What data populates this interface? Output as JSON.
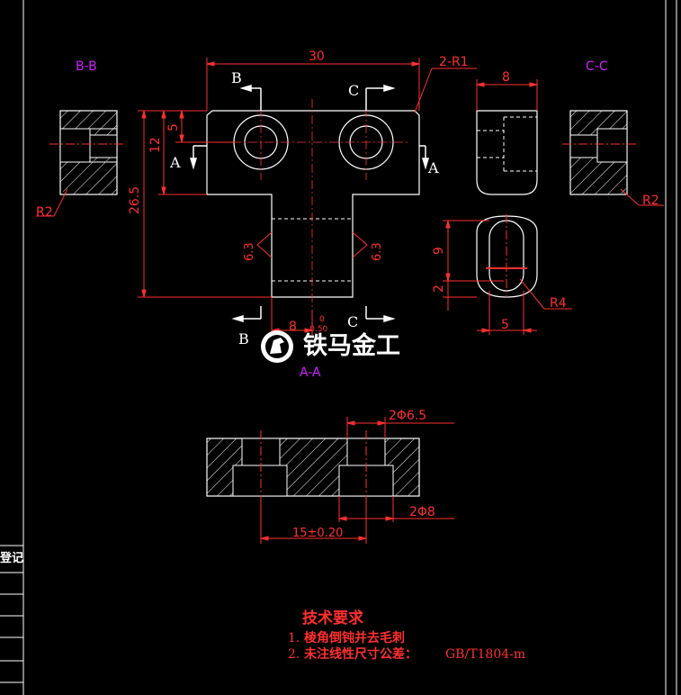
{
  "views": {
    "bb_label": "B-B",
    "cc_label": "C-C",
    "aa_label": "A-A"
  },
  "markers": {
    "b_top": "B",
    "c_top": "C",
    "a_left": "A",
    "a_right": "A",
    "b_bottom": "B",
    "c_bottom": "C"
  },
  "dimensions": {
    "width_30": "30",
    "radius_2r1": "2-R1",
    "width_8": "8",
    "height_26_5": "26.5",
    "height_12": "12",
    "height_5": "5",
    "r2_left": "R2",
    "r2_right": "R2",
    "roughness_left": "6.3",
    "roughness_right": "6.3",
    "dim_8_bottom": "8",
    "tol_upper": "0",
    "tol_lower": "-0.50",
    "slot_9": "9",
    "slot_2": "2",
    "slot_5": "5",
    "slot_r4": "R4",
    "hole_2phi65": "2Φ6.5",
    "hole_2phi8": "2Φ8",
    "dist_15": "15±0.20"
  },
  "watermark": {
    "text": "铁马金工"
  },
  "title_block": {
    "registration": "登记"
  },
  "notes": {
    "heading": "技术要求",
    "line1_num": "1.",
    "line1": "棱角倒钝并去毛刺",
    "line2_num": "2.",
    "line2": "未注线性尺寸公差：",
    "line2_std": "GB/T1804-m"
  },
  "colors": {
    "background": "#000000",
    "geometry": "#ffffff",
    "dimension": "#ff3030",
    "view_label": "#d020ff"
  }
}
